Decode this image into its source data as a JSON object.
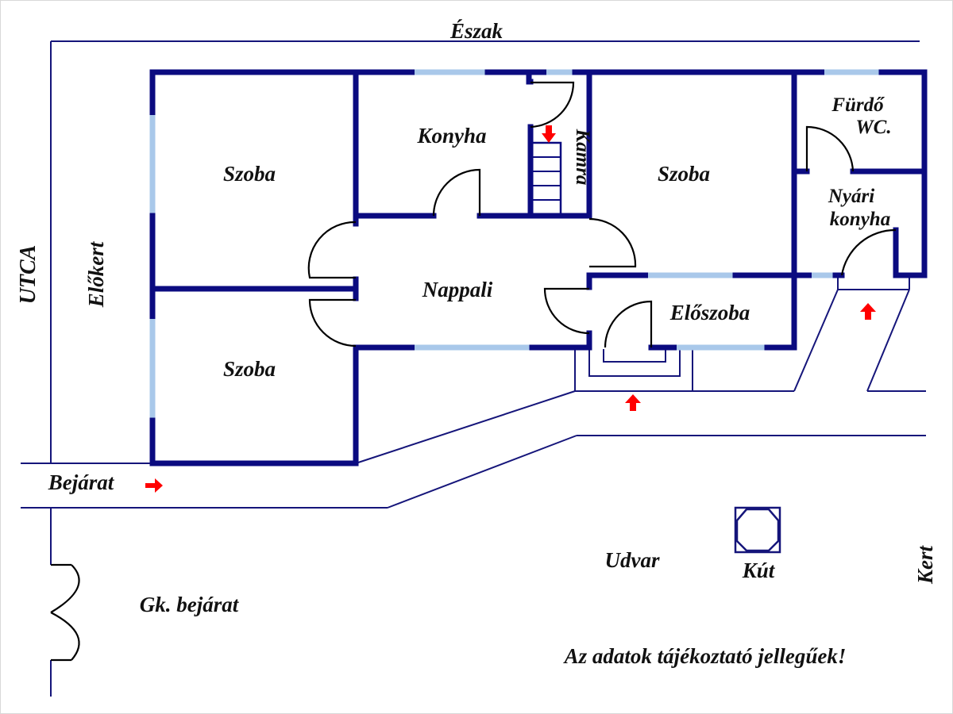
{
  "title": "Alaprajz",
  "colors": {
    "wall": "#0b0b80",
    "window": "#a9c8ea",
    "door": "#000000",
    "entrance_arrow": "#ff0000",
    "text": "#111111"
  },
  "labels": {
    "north": "Észak",
    "street": "UTCA",
    "front_garden": "Előkert",
    "entrance": "Bejárat",
    "car_entrance": "Gk. bejárat",
    "yard": "Udvar",
    "well": "Kút",
    "garden": "Kert",
    "disclaimer": "Az adatok tájékoztató jellegűek!"
  },
  "rooms": [
    {
      "id": "szoba-nw",
      "label": "Szoba"
    },
    {
      "id": "konyha",
      "label": "Konyha"
    },
    {
      "id": "kamra",
      "label": "Kamra"
    },
    {
      "id": "szoba-ne",
      "label": "Szoba"
    },
    {
      "id": "furdo",
      "label_line1": "Fürdő",
      "label_line2": "WC."
    },
    {
      "id": "nyari-konyha",
      "label_line1": "Nyári",
      "label_line2": "konyha"
    },
    {
      "id": "nappali",
      "label": "Nappali"
    },
    {
      "id": "eloszoba",
      "label": "Előszoba"
    },
    {
      "id": "szoba-sw",
      "label": "Szoba"
    }
  ],
  "entrance_arrows": [
    {
      "id": "main-entrance",
      "direction": "right"
    },
    {
      "id": "front-door",
      "direction": "up"
    },
    {
      "id": "summer-kitchen-door",
      "direction": "up"
    },
    {
      "id": "pantry-stairs",
      "direction": "down"
    }
  ]
}
